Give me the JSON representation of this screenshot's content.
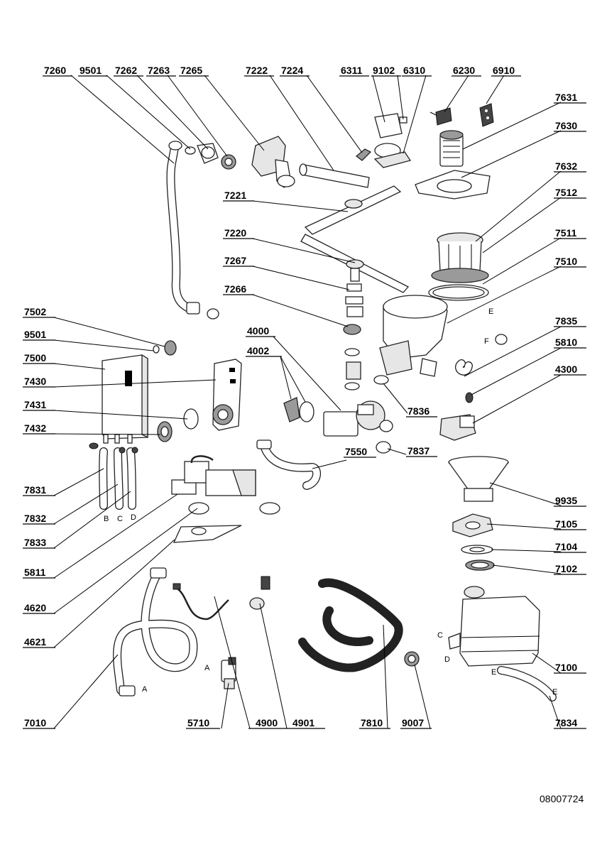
{
  "document_number": "08007724",
  "part_numbers": [
    "7260",
    "9501",
    "7262",
    "7263",
    "7265",
    "7222",
    "7224",
    "6311",
    "9102",
    "6310",
    "6230",
    "6910",
    "7631",
    "7630",
    "7632",
    "7512",
    "7511",
    "7510",
    "7221",
    "7220",
    "7267",
    "7266",
    "7502",
    "9501",
    "7500",
    "7430",
    "7431",
    "7432",
    "4000",
    "4002",
    "7835",
    "5810",
    "4300",
    "7836",
    "7550",
    "7837",
    "7831",
    "7832",
    "7833",
    "5811",
    "4620",
    "4621",
    "9935",
    "7105",
    "7104",
    "7102",
    "7010",
    "5710",
    "4900",
    "4901",
    "7810",
    "9007",
    "7100",
    "7834"
  ],
  "connection_letters": [
    "B",
    "C",
    "D",
    "E",
    "F",
    "A",
    "A",
    "C",
    "D",
    "E",
    "E"
  ]
}
